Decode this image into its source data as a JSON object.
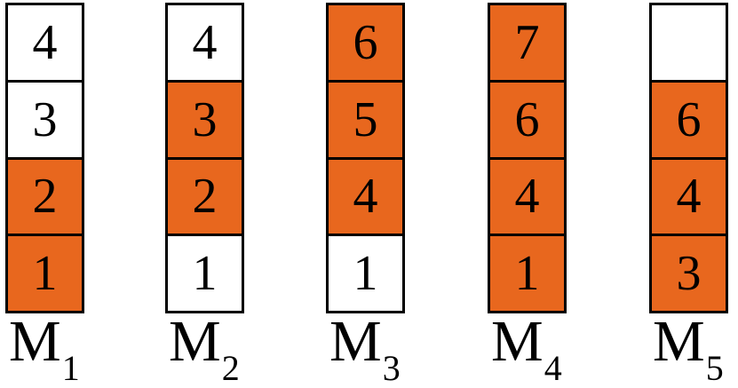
{
  "colors": {
    "filled": "#e8671e",
    "empty": "#ffffff",
    "border": "#000000"
  },
  "stacks": [
    {
      "label_main": "M",
      "label_sub": "1",
      "cells": [
        {
          "value": "4",
          "filled": false
        },
        {
          "value": "3",
          "filled": false
        },
        {
          "value": "2",
          "filled": true
        },
        {
          "value": "1",
          "filled": true
        }
      ]
    },
    {
      "label_main": "M",
      "label_sub": "2",
      "cells": [
        {
          "value": "4",
          "filled": false
        },
        {
          "value": "3",
          "filled": true
        },
        {
          "value": "2",
          "filled": true
        },
        {
          "value": "1",
          "filled": false
        }
      ]
    },
    {
      "label_main": "M",
      "label_sub": "3",
      "cells": [
        {
          "value": "6",
          "filled": true
        },
        {
          "value": "5",
          "filled": true
        },
        {
          "value": "4",
          "filled": true
        },
        {
          "value": "1",
          "filled": false
        }
      ]
    },
    {
      "label_main": "M",
      "label_sub": "4",
      "cells": [
        {
          "value": "7",
          "filled": true
        },
        {
          "value": "6",
          "filled": true
        },
        {
          "value": "4",
          "filled": true
        },
        {
          "value": "1",
          "filled": true
        }
      ]
    },
    {
      "label_main": "M",
      "label_sub": "5",
      "cells": [
        {
          "value": "",
          "filled": false
        },
        {
          "value": "6",
          "filled": true
        },
        {
          "value": "4",
          "filled": true
        },
        {
          "value": "3",
          "filled": true
        }
      ]
    }
  ]
}
